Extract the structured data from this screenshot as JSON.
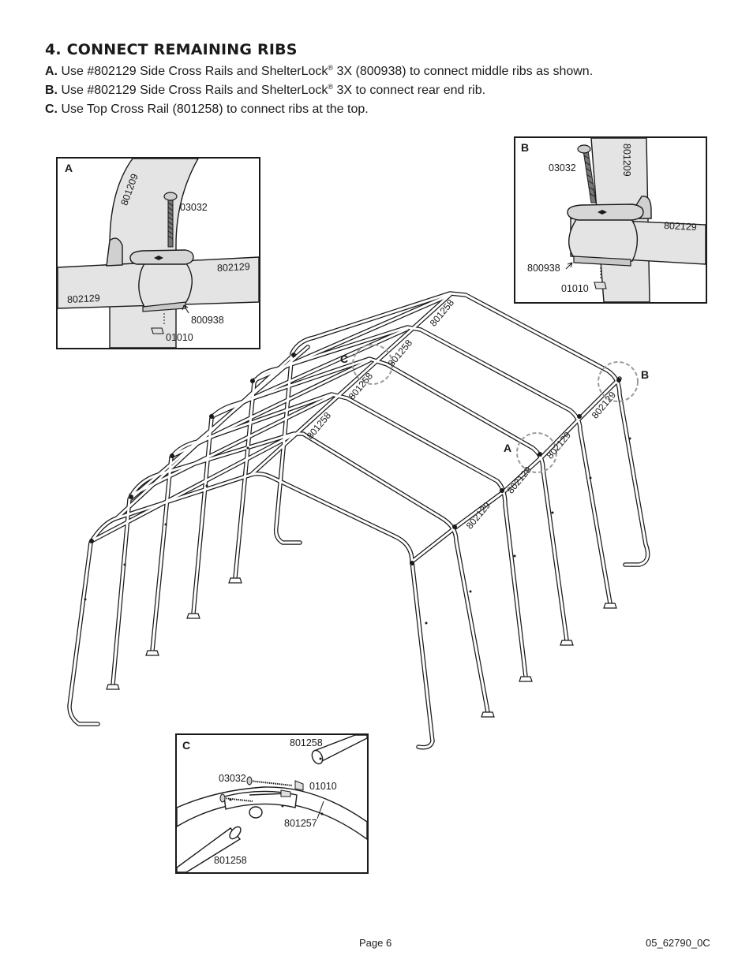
{
  "heading": "4. CONNECT REMAINING RIBS",
  "steps": [
    {
      "letter": "A.",
      "text_before": " Use #802129 Side Cross Rails and ShelterLock",
      "mark": "®",
      "text_after": " 3X (800938) to connect middle ribs as shown."
    },
    {
      "letter": "B.",
      "text_before": " Use #802129 Side Cross Rails and ShelterLock",
      "mark": "®",
      "text_after": " 3X to connect rear end rib."
    },
    {
      "letter": "C.",
      "text": " Use Top Cross Rail (801258) to connect ribs at the top."
    }
  ],
  "inset_a": {
    "letter": "A",
    "labels": {
      "rib": "801209",
      "bolt": "03032",
      "rail_right": "802129",
      "rail_left": "802129",
      "shelterlock": "800938",
      "nut": "01010"
    }
  },
  "inset_b": {
    "letter": "B",
    "labels": {
      "rib": "801209",
      "bolt": "03032",
      "rail": "802129",
      "shelterlock": "800938",
      "nut": "01010"
    }
  },
  "inset_c": {
    "letter": "C",
    "labels": {
      "rail_top": "801258",
      "bolt": "03032",
      "nut": "01010",
      "coupler": "801257",
      "rail_bottom": "801258"
    }
  },
  "frame": {
    "callouts": {
      "c": "C",
      "b": "B",
      "a": "A"
    },
    "rail_labels": {
      "top_1": "801258",
      "top_2": "801258",
      "top_3": "801258",
      "top_4": "801258",
      "side_1": "802129",
      "side_2": "802129",
      "side_3": "802129",
      "side_4": "802129"
    }
  },
  "footer": {
    "page": "Page 6",
    "doc_code": "05_62790_0C"
  },
  "colors": {
    "ink": "#1a1a1a",
    "part_fill": "#e4e4e4",
    "part_shade": "#c8c8c8",
    "callout_circle": "#9a9a9a"
  }
}
